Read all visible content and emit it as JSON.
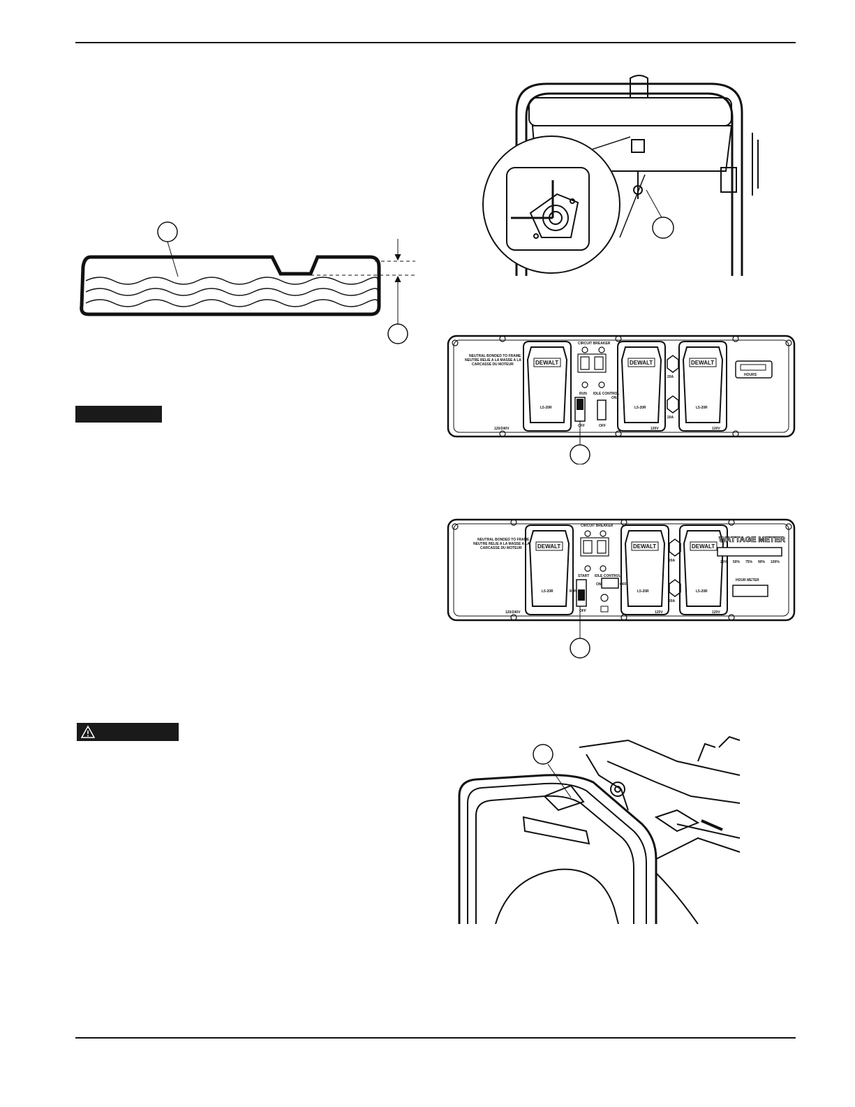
{
  "signals": {
    "notice_label": "",
    "warning_label": "",
    "warning_icon": "warning-triangle-icon"
  },
  "figures": {
    "oil_level": {
      "callouts": [
        "",
        ""
      ]
    },
    "fuel_valve": {
      "callouts": [
        ""
      ]
    },
    "panel_a": {
      "callouts": [
        ""
      ],
      "circuit_breaker": "CIRCUIT BREAKER",
      "neutral_text": [
        "NEUTRAL BONDED TO FRAME",
        "NEUTRE RELIE A LA MASSE A LA",
        "CARCASSE DU MOTEUR"
      ],
      "brand": "DEWALT",
      "run_label": "RUN",
      "off_label": "OFF",
      "idle_control": "IDLE CONTROL",
      "on_label": "ON",
      "amp_label": "20A",
      "outlet_label": "L5-20R",
      "voltage_left": "120/240V",
      "voltage_mid": "120V",
      "voltage_right": "120V",
      "hour_meter": "HOURS"
    },
    "panel_b": {
      "callouts": [
        ""
      ],
      "wattage_meter": "WATTAGE METER",
      "wattage_scale": [
        "25%",
        "50%",
        "75%",
        "90%",
        "100%"
      ],
      "hour_meter": "HOUR METER",
      "start_label": "START",
      "run_label": "RUN",
      "off_label": "OFF",
      "idle_control": "IDLE CONTROL",
      "on_label": "ON",
      "off_label_2": "OFF"
    },
    "air_filter": {
      "callouts": [
        ""
      ]
    }
  }
}
